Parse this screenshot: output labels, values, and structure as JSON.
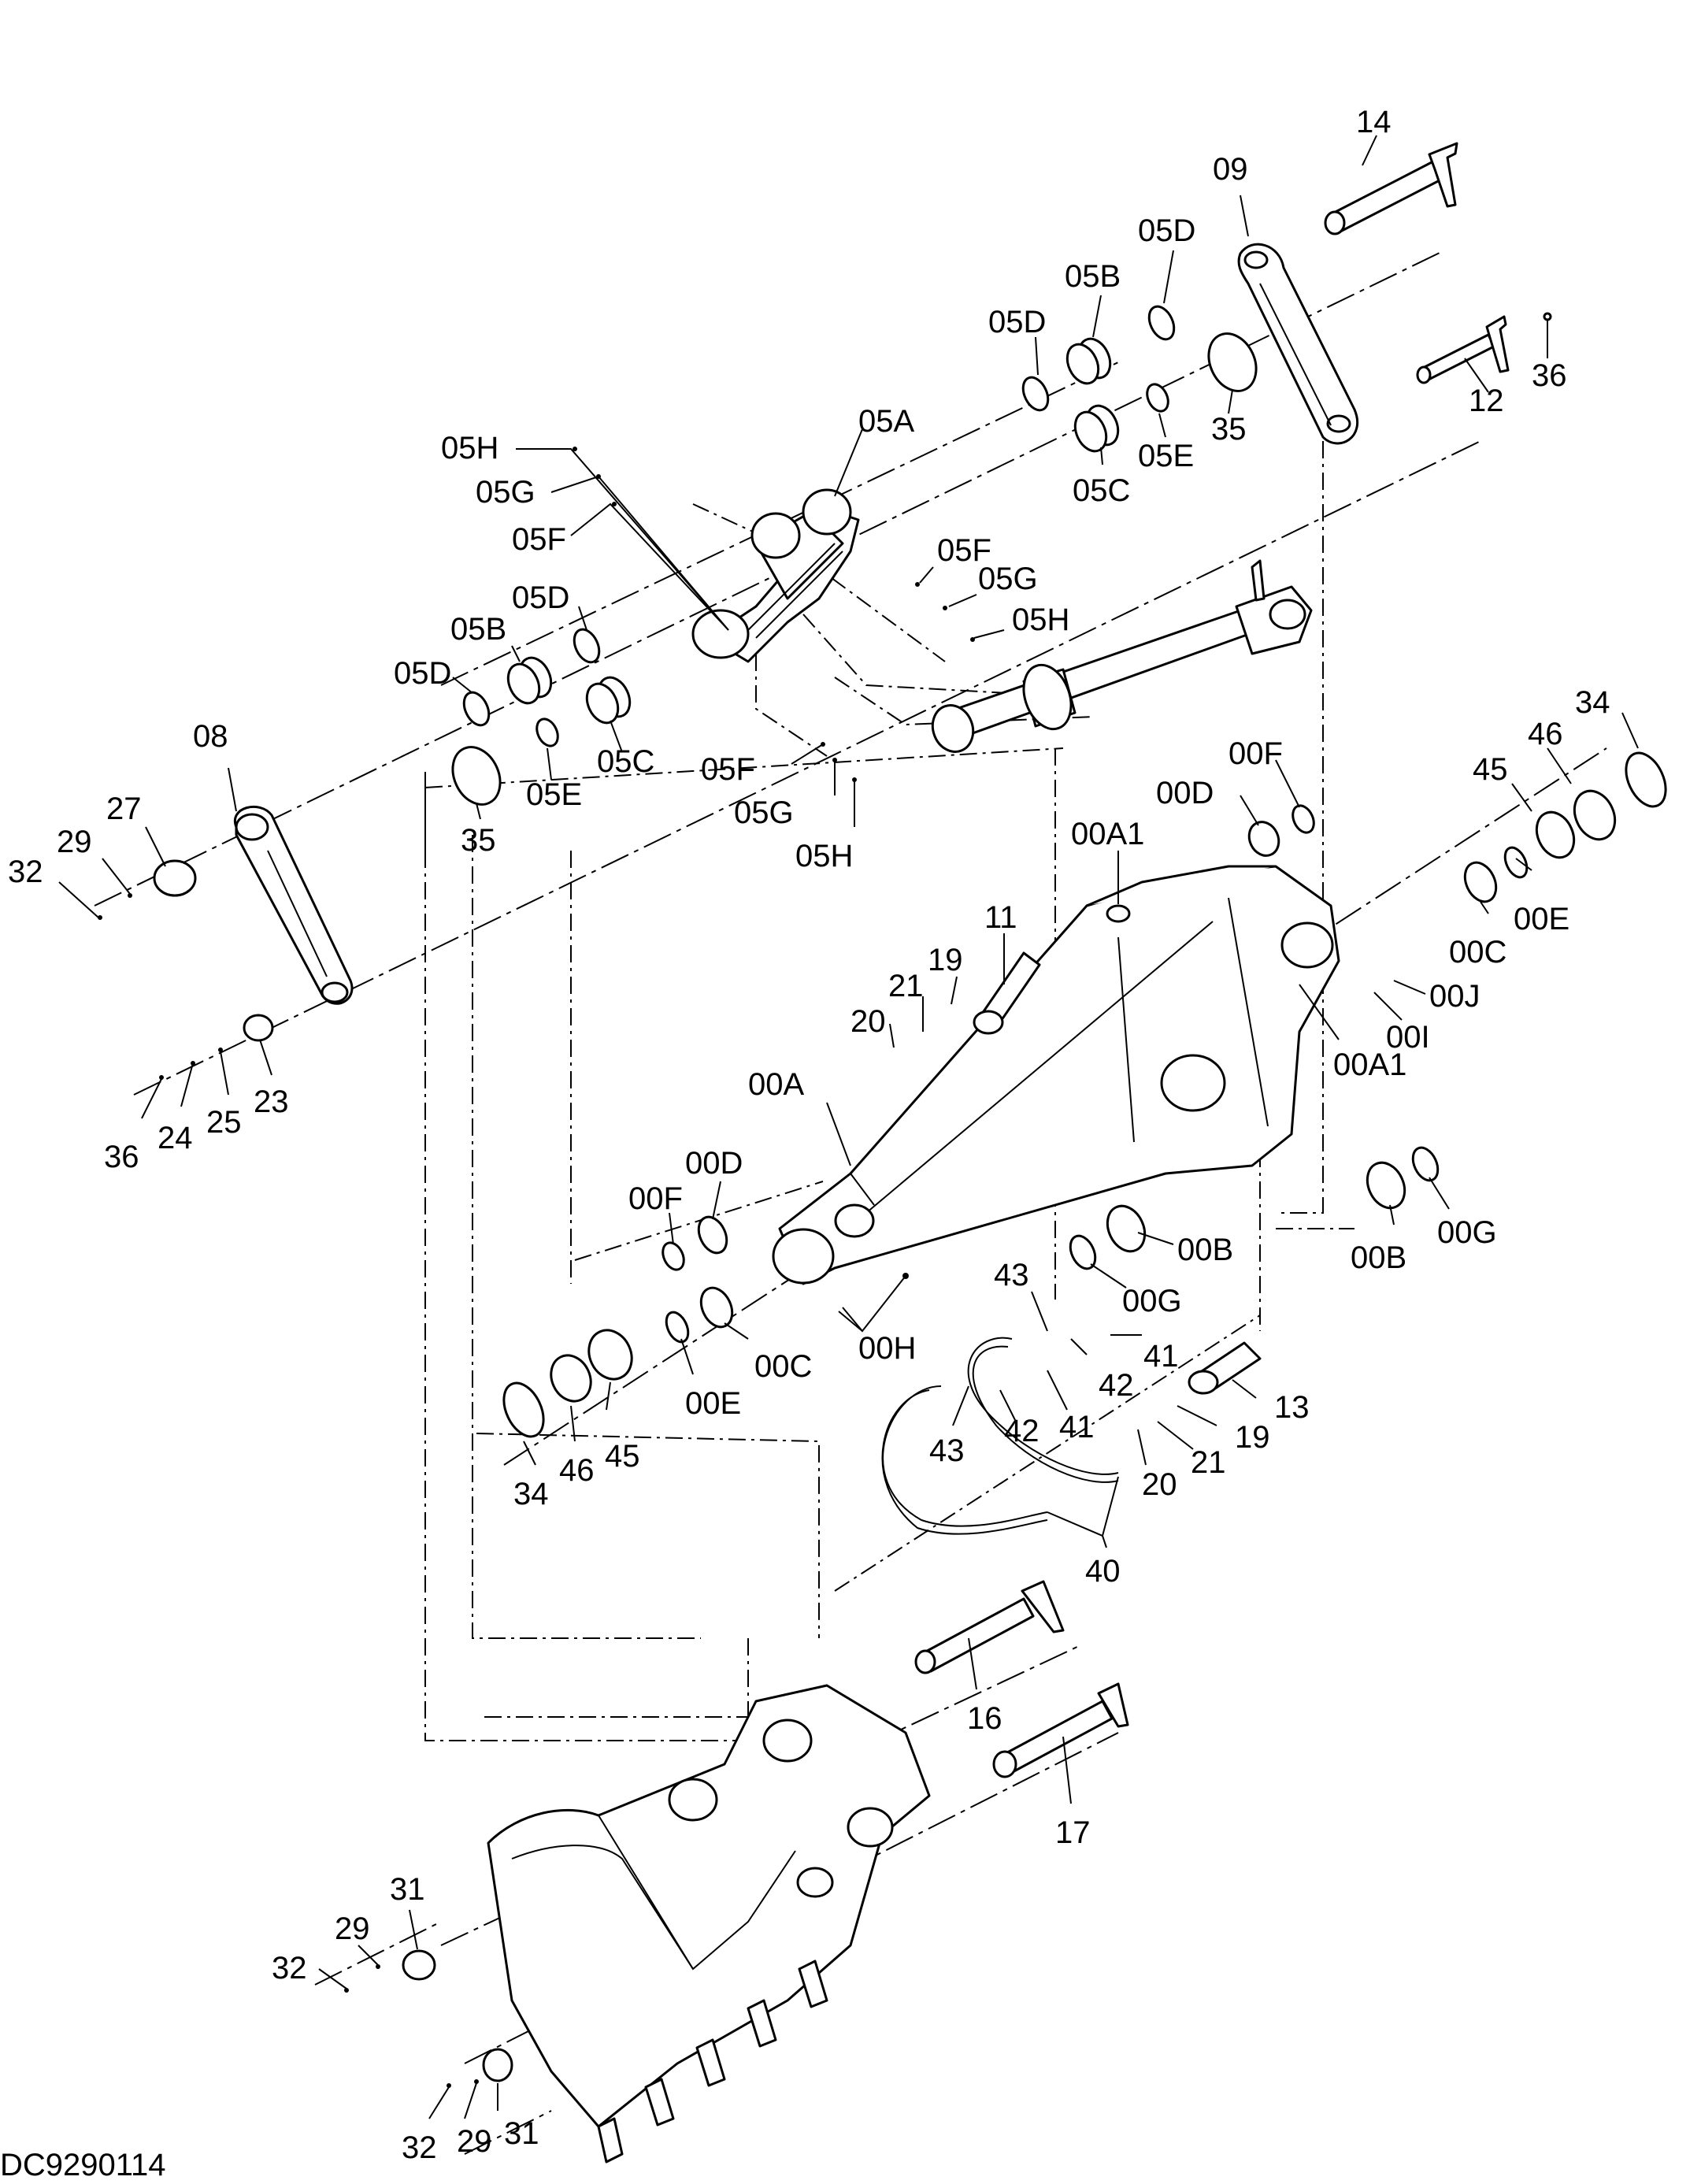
{
  "drawing_code": "DC9290114",
  "callouts": [
    {
      "text": "14"
    },
    {
      "text": "09"
    },
    {
      "text": "05D"
    },
    {
      "text": "05B"
    },
    {
      "text": "05D"
    },
    {
      "text": "12"
    },
    {
      "text": "36"
    },
    {
      "text": "35"
    },
    {
      "text": "05E"
    },
    {
      "text": "05C"
    },
    {
      "text": "05A"
    },
    {
      "text": "05H"
    },
    {
      "text": "05G"
    },
    {
      "text": "05F"
    },
    {
      "text": "05F"
    },
    {
      "text": "05G"
    },
    {
      "text": "05H"
    },
    {
      "text": "05D"
    },
    {
      "text": "05B"
    },
    {
      "text": "05D"
    },
    {
      "text": "05E"
    },
    {
      "text": "05C"
    },
    {
      "text": "35"
    },
    {
      "text": "05F"
    },
    {
      "text": "05G"
    },
    {
      "text": "05H"
    },
    {
      "text": "08"
    },
    {
      "text": "27"
    },
    {
      "text": "29"
    },
    {
      "text": "32"
    },
    {
      "text": "23"
    },
    {
      "text": "25"
    },
    {
      "text": "24"
    },
    {
      "text": "36"
    },
    {
      "text": "00F"
    },
    {
      "text": "00D"
    },
    {
      "text": "00A1"
    },
    {
      "text": "11"
    },
    {
      "text": "19"
    },
    {
      "text": "21"
    },
    {
      "text": "20"
    },
    {
      "text": "34"
    },
    {
      "text": "46"
    },
    {
      "text": "45"
    },
    {
      "text": "00E"
    },
    {
      "text": "00C"
    },
    {
      "text": "00J"
    },
    {
      "text": "00I"
    },
    {
      "text": "00A1"
    },
    {
      "text": "00A"
    },
    {
      "text": "00D"
    },
    {
      "text": "00F"
    },
    {
      "text": "00H"
    },
    {
      "text": "00B"
    },
    {
      "text": "00G"
    },
    {
      "text": "00B"
    },
    {
      "text": "00G"
    },
    {
      "text": "43"
    },
    {
      "text": "42"
    },
    {
      "text": "41"
    },
    {
      "text": "41"
    },
    {
      "text": "42"
    },
    {
      "text": "43"
    },
    {
      "text": "13"
    },
    {
      "text": "19"
    },
    {
      "text": "21"
    },
    {
      "text": "20"
    },
    {
      "text": "40"
    },
    {
      "text": "00C"
    },
    {
      "text": "00E"
    },
    {
      "text": "45"
    },
    {
      "text": "46"
    },
    {
      "text": "34"
    },
    {
      "text": "16"
    },
    {
      "text": "17"
    },
    {
      "text": "31"
    },
    {
      "text": "29"
    },
    {
      "text": "32"
    },
    {
      "text": "31"
    },
    {
      "text": "29"
    },
    {
      "text": "32"
    }
  ]
}
